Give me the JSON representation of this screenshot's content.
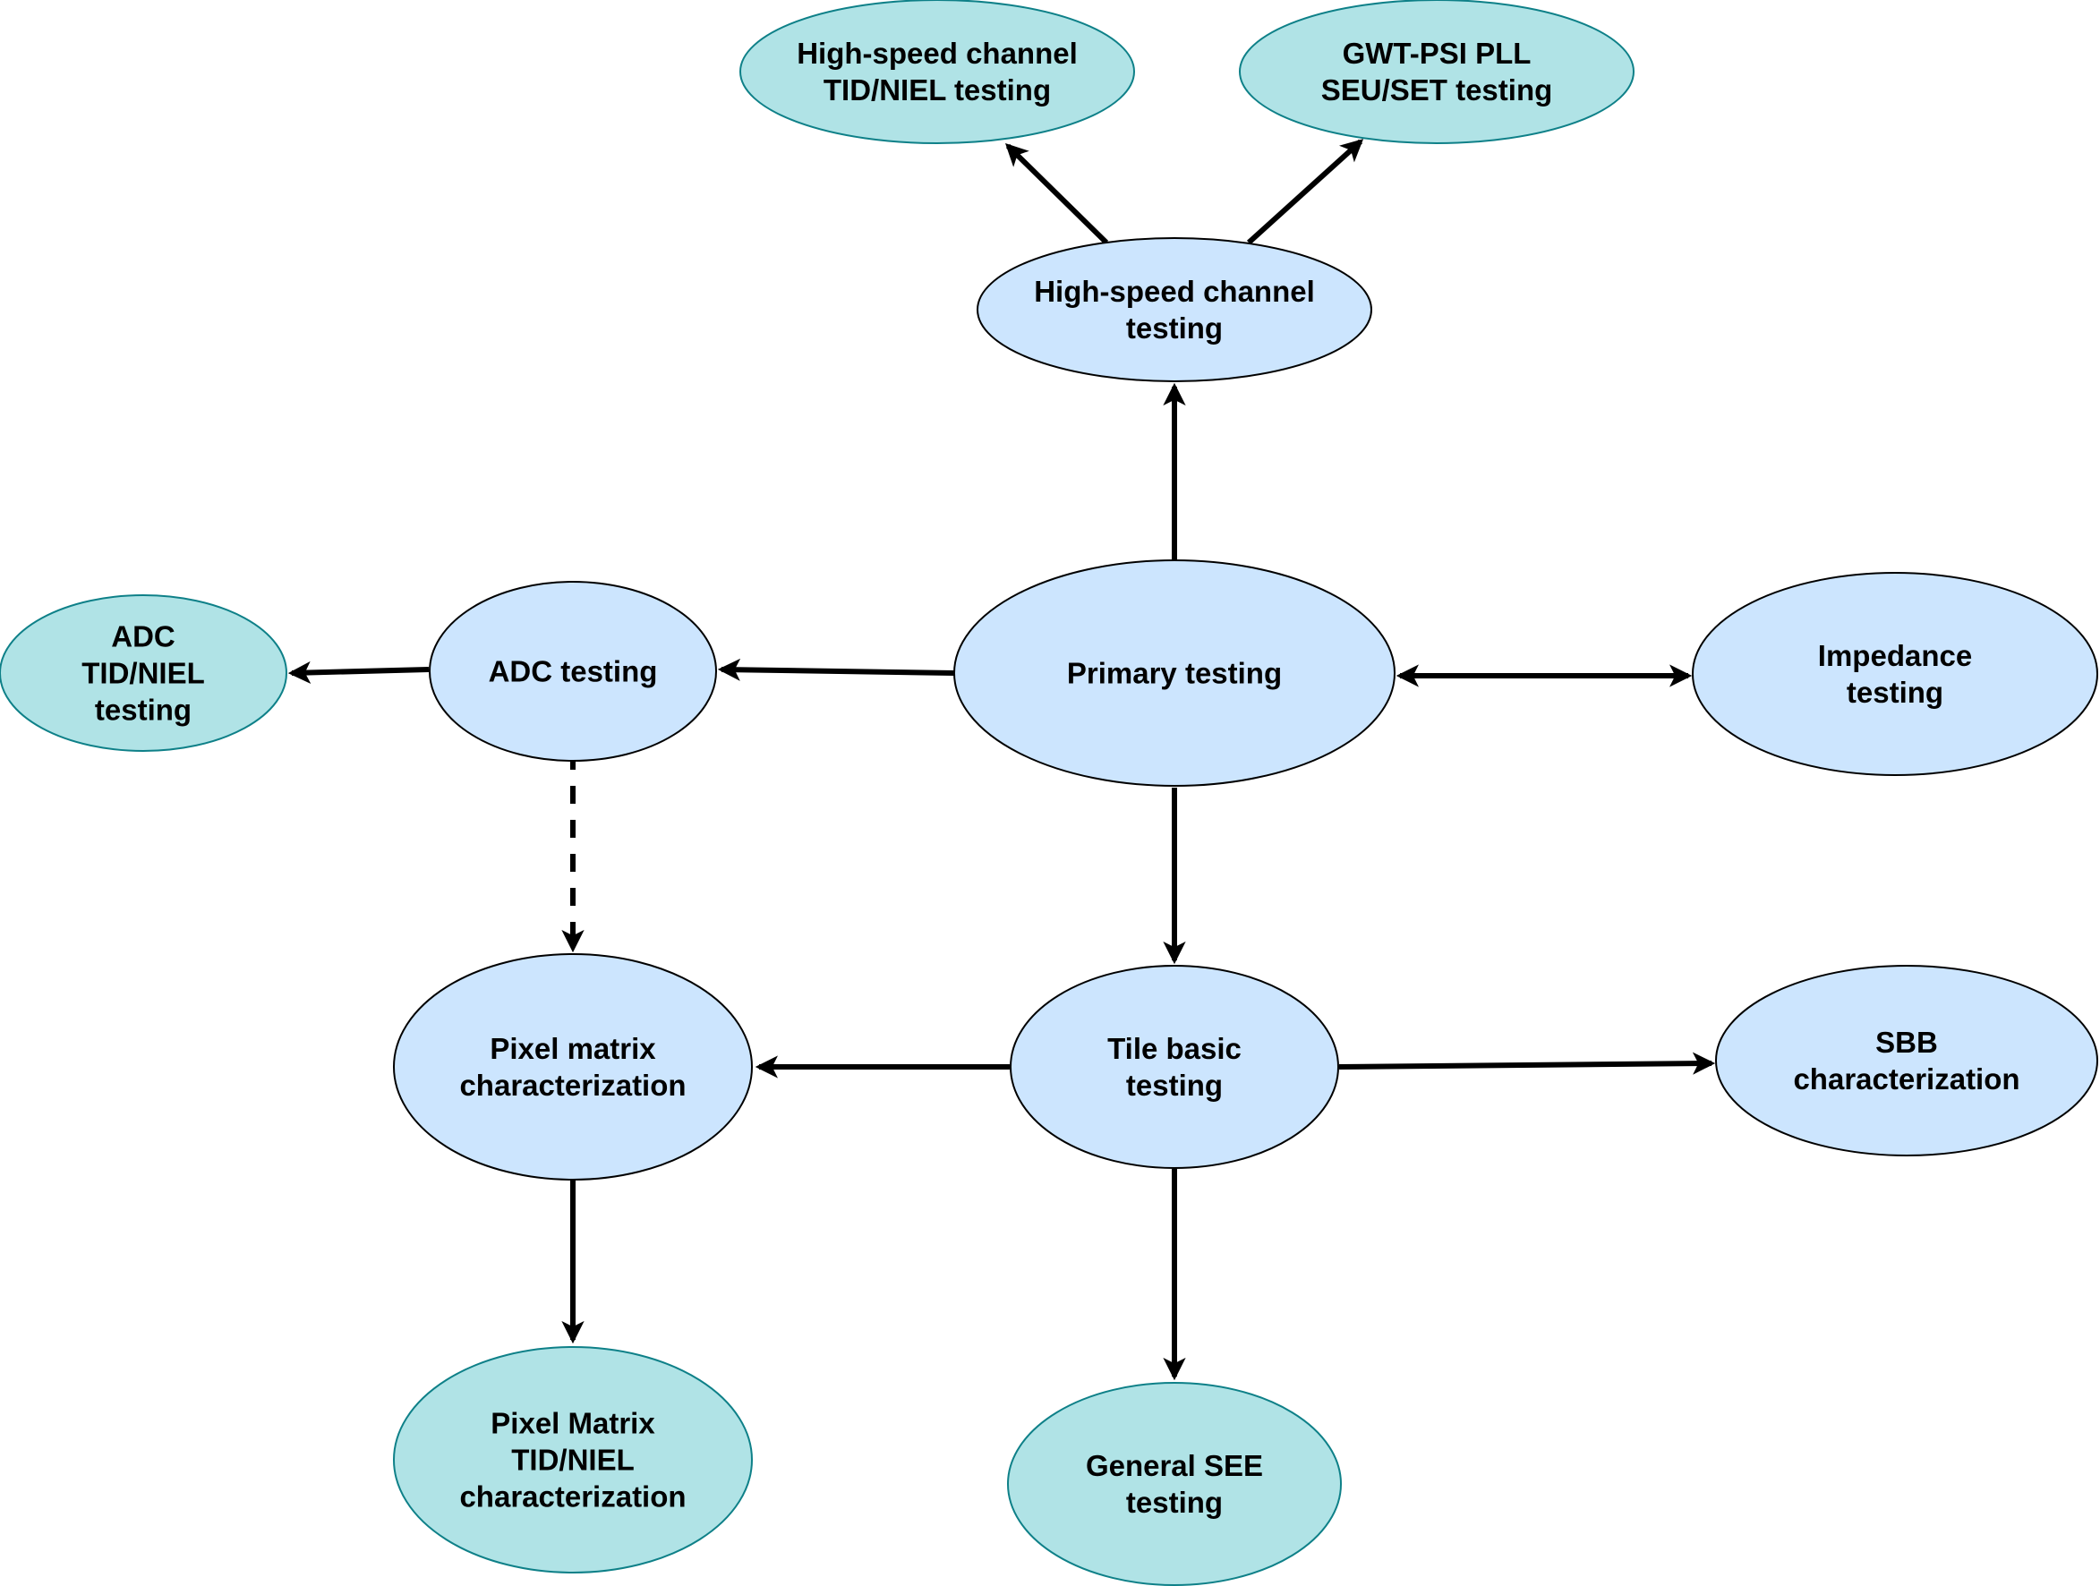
{
  "colors": {
    "primary_fill": "#cce5fe",
    "primary_stroke": "#000000",
    "radiation_fill": "#b0e3e6",
    "radiation_stroke": "#0e8088",
    "edge": "#000000"
  },
  "nodes": {
    "hs_tid": {
      "lines": [
        "High-speed channel",
        "TID/NIEL testing"
      ],
      "kind": "radiation"
    },
    "gwt_pll": {
      "lines": [
        "GWT-PSI PLL",
        "SEU/SET testing"
      ],
      "kind": "radiation"
    },
    "hs_channel": {
      "lines": [
        "High-speed channel",
        "testing"
      ],
      "kind": "primary"
    },
    "adc_tid": {
      "lines": [
        "ADC",
        "TID/NIEL",
        "testing"
      ],
      "kind": "radiation"
    },
    "adc": {
      "lines": [
        "ADC testing"
      ],
      "kind": "primary"
    },
    "primary": {
      "lines": [
        "Primary testing"
      ],
      "kind": "primary"
    },
    "impedance": {
      "lines": [
        "Impedance",
        "testing"
      ],
      "kind": "primary"
    },
    "pixel_matrix": {
      "lines": [
        "Pixel matrix",
        "characterization"
      ],
      "kind": "primary"
    },
    "tile_basic": {
      "lines": [
        "Tile basic",
        "testing"
      ],
      "kind": "primary"
    },
    "sbb": {
      "lines": [
        "SBB",
        "characterization"
      ],
      "kind": "primary"
    },
    "pixel_tid": {
      "lines": [
        "Pixel Matrix",
        "TID/NIEL",
        "characterization"
      ],
      "kind": "radiation"
    },
    "general_see": {
      "lines": [
        "General SEE",
        "testing"
      ],
      "kind": "radiation"
    }
  },
  "edges": [
    {
      "from": "primary",
      "to": "hs_channel",
      "style": "solid",
      "direction": "forward"
    },
    {
      "from": "hs_channel",
      "to": "hs_tid",
      "style": "solid",
      "direction": "forward"
    },
    {
      "from": "hs_channel",
      "to": "gwt_pll",
      "style": "solid",
      "direction": "forward"
    },
    {
      "from": "primary",
      "to": "adc",
      "style": "solid",
      "direction": "forward"
    },
    {
      "from": "adc",
      "to": "adc_tid",
      "style": "solid",
      "direction": "forward"
    },
    {
      "from": "primary",
      "to": "impedance",
      "style": "solid",
      "direction": "both"
    },
    {
      "from": "primary",
      "to": "tile_basic",
      "style": "solid",
      "direction": "forward"
    },
    {
      "from": "adc",
      "to": "pixel_matrix",
      "style": "dashed",
      "direction": "forward"
    },
    {
      "from": "tile_basic",
      "to": "pixel_matrix",
      "style": "solid",
      "direction": "forward"
    },
    {
      "from": "tile_basic",
      "to": "sbb",
      "style": "solid",
      "direction": "forward"
    },
    {
      "from": "pixel_matrix",
      "to": "pixel_tid",
      "style": "solid",
      "direction": "forward"
    },
    {
      "from": "tile_basic",
      "to": "general_see",
      "style": "solid",
      "direction": "forward"
    }
  ]
}
